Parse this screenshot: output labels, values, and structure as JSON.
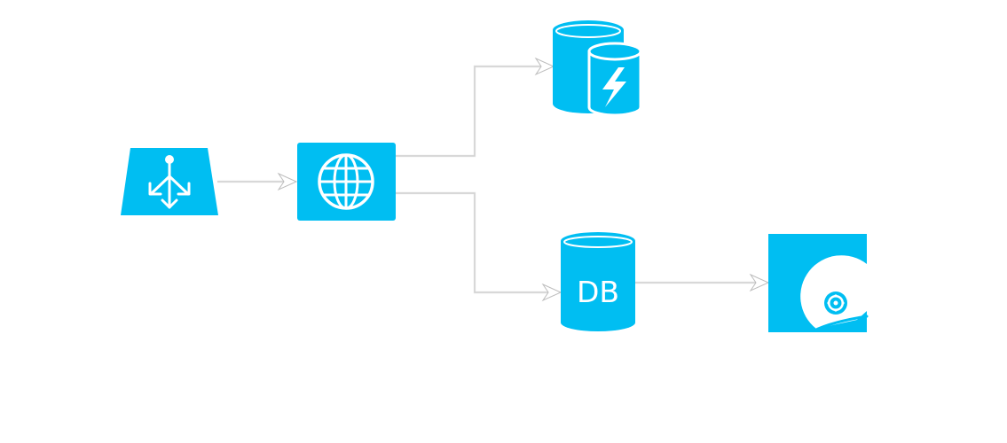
{
  "diagram": {
    "accent_color": "#00bef2",
    "connector_color": "#cfcfcf",
    "background_color": "#ffffff",
    "nodes": {
      "load_balancer": {
        "icon": "load-balancer-icon"
      },
      "web_server": {
        "icon": "globe-icon"
      },
      "cache": {
        "icon": "cache-database-icon"
      },
      "database": {
        "icon": "database-icon",
        "label": "DB"
      },
      "storage": {
        "icon": "hard-disk-storage-icon"
      }
    },
    "edges": [
      {
        "from": "load_balancer",
        "to": "web_server"
      },
      {
        "from": "web_server",
        "to": "cache"
      },
      {
        "from": "web_server",
        "to": "database"
      },
      {
        "from": "database",
        "to": "storage"
      }
    ]
  }
}
